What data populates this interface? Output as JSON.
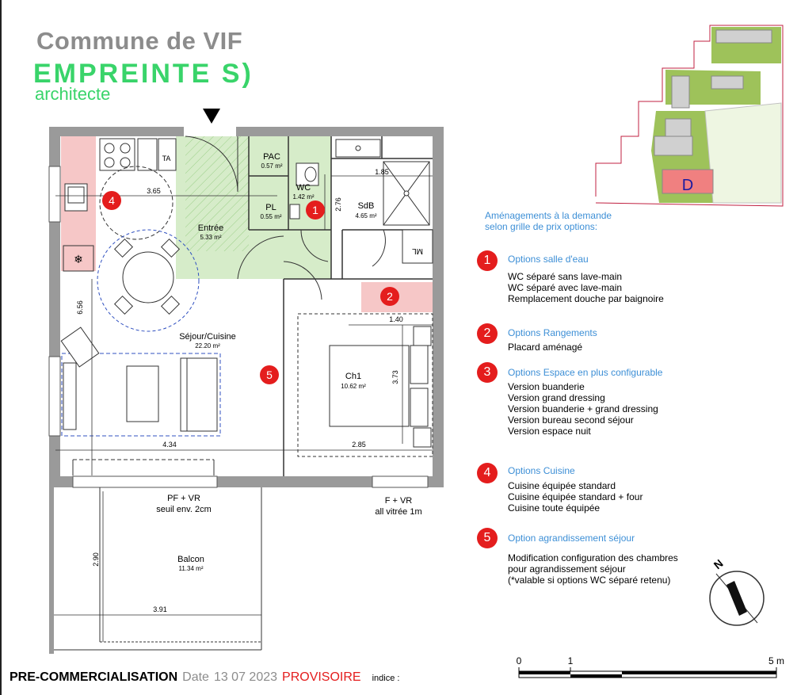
{
  "header": {
    "title": "Commune de VIF",
    "brand": "EMPREINTE S)",
    "brand_sub": "architecte"
  },
  "rooms": {
    "pac": {
      "name": "PAC",
      "area": "0.57 m²"
    },
    "wc": {
      "name": "WC",
      "area": "1.42 m²"
    },
    "sdb": {
      "name": "SdB",
      "area": "4.65 m²"
    },
    "pl": {
      "name": "PL",
      "area": "0.55 m²"
    },
    "entree": {
      "name": "Entrée",
      "area": "5.33 m²"
    },
    "sejour": {
      "name": "Séjour/Cuisine",
      "area": "22.20 m²"
    },
    "ch1": {
      "name": "Ch1",
      "area": "10.62 m²"
    },
    "balcon": {
      "name": "Balcon",
      "area": "11.34 m²"
    }
  },
  "fixtures": {
    "ta": "TA",
    "ml": "ML"
  },
  "dimensions": {
    "d_365": "3.65",
    "d_185": "1.85",
    "d_276": "2.76",
    "d_656": "6.56",
    "d_140": "1.40",
    "d_373": "3.73",
    "d_434": "4.34",
    "d_285": "2.85",
    "d_290": "2.90",
    "d_391": "3.91"
  },
  "openings": {
    "pf_line1": "PF + VR",
    "pf_line2": "seuil env. 2cm",
    "f_line1": "F + VR",
    "f_line2": "all vitrée 1m"
  },
  "site_plan": {
    "building_label": "D"
  },
  "options_intro": [
    "Aménagements à la demande",
    "selon grille de prix options:"
  ],
  "options": [
    {
      "number": "1",
      "title": "Options salle d'eau",
      "items": [
        "WC séparé sans lave-main",
        "WC séparé avec lave-main",
        "Remplacement douche par baignoire"
      ]
    },
    {
      "number": "2",
      "title": "Options Rangements",
      "items": [
        "Placard aménagé"
      ]
    },
    {
      "number": "3",
      "title": "Options Espace en plus configurable",
      "items": [
        "Version buanderie",
        "Version grand dressing",
        "Version buanderie + grand dressing",
        "Version bureau second séjour",
        "Version espace nuit"
      ]
    },
    {
      "number": "4",
      "title": "Options Cuisine",
      "items": [
        "Cuisine équipée standard",
        "Cuisine équipée standard + four",
        "Cuisine toute équipée"
      ]
    },
    {
      "number": "5",
      "title": "Option agrandissement séjour",
      "items": [
        "Modification configuration des chambres",
        "pour agrandissement séjour",
        "(*valable si options WC séparé retenu)"
      ]
    }
  ],
  "plan_badges": [
    "1",
    "2",
    "4",
    "5"
  ],
  "compass": {
    "label": "N"
  },
  "scale_bar": {
    "tick_0": "0",
    "tick_1": "1",
    "tick_5": "5 m"
  },
  "footer": {
    "status": "PRE-COMMERCIALISATION",
    "date_label": "Date",
    "date": "13 07 2023",
    "provisional": "PROVISOIRE",
    "index_label": "indice :"
  },
  "colors": {
    "brand_green": "#39d46a",
    "badge_red": "#e41d1d",
    "option_blue": "#3d8fd6",
    "entry_green": "#d6ecc9",
    "kitchen_pink": "#f6c7c7"
  }
}
